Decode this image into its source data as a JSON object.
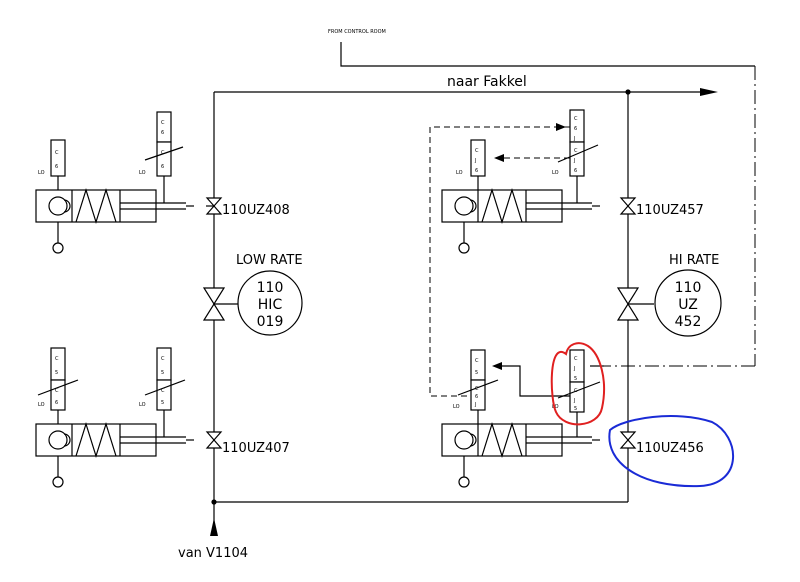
{
  "labels": {
    "from_control_room": "FROM CONTROL ROOM",
    "naar_fakkel": "naar Fakkel",
    "van_v1104": "van V1104",
    "low_rate": "LOW RATE",
    "hi_rate": "HI RATE",
    "lo": "LO"
  },
  "valves": {
    "v408": "110UZ408",
    "v407": "110UZ407",
    "v457": "110UZ457",
    "v456": "110UZ456"
  },
  "instruments": {
    "hic019": {
      "line1": "110",
      "line2": "HIC",
      "line3": "019"
    },
    "uz452": {
      "line1": "110",
      "line2": "UZ",
      "line3": "452"
    }
  },
  "solenoid_text": {
    "top_left_single": "C\n6",
    "top_left_double_top": "C\n6",
    "top_left_double_bottom": "C\n6",
    "bottom_left_single_top": "C\n5",
    "bottom_left_single_bottom": "C\n6",
    "bottom_left_double_top": "C\n5",
    "bottom_left_double_bottom": "C\n5",
    "right_top_single": "C\nJ\n6",
    "right_top_double_top": "C\n6\nJ",
    "right_top_double_bottom": "C\nJ\n6",
    "right_bottom_single_top": "C\n5",
    "right_bottom_single_bottom": "C\n6\nJ",
    "right_bottom_double_top": "C\nJ\n5",
    "right_bottom_double_bottom": "C\nJ\n5"
  },
  "colors": {
    "line": "#000000",
    "highlight_red": "#e02020",
    "highlight_blue": "#1a2bd6"
  }
}
